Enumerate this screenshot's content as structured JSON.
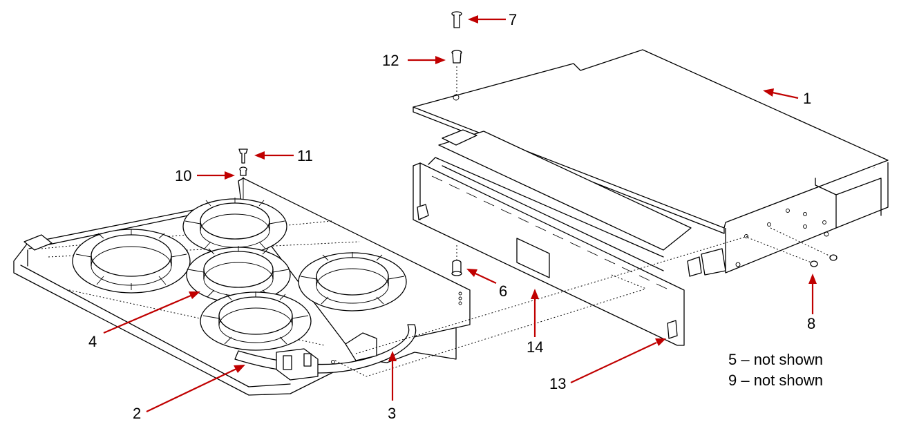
{
  "callouts": {
    "c1": "1",
    "c2": "2",
    "c3": "3",
    "c4": "4",
    "c6": "6",
    "c7": "7",
    "c8": "8",
    "c10": "10",
    "c11": "11",
    "c12": "12",
    "c13": "13",
    "c14": "14"
  },
  "notes": {
    "n5": "5 – not shown",
    "n9": "9 – not shown"
  },
  "colors": {
    "callout_arrow": "#c00000",
    "line_art": "#000000",
    "background": "#ffffff"
  }
}
